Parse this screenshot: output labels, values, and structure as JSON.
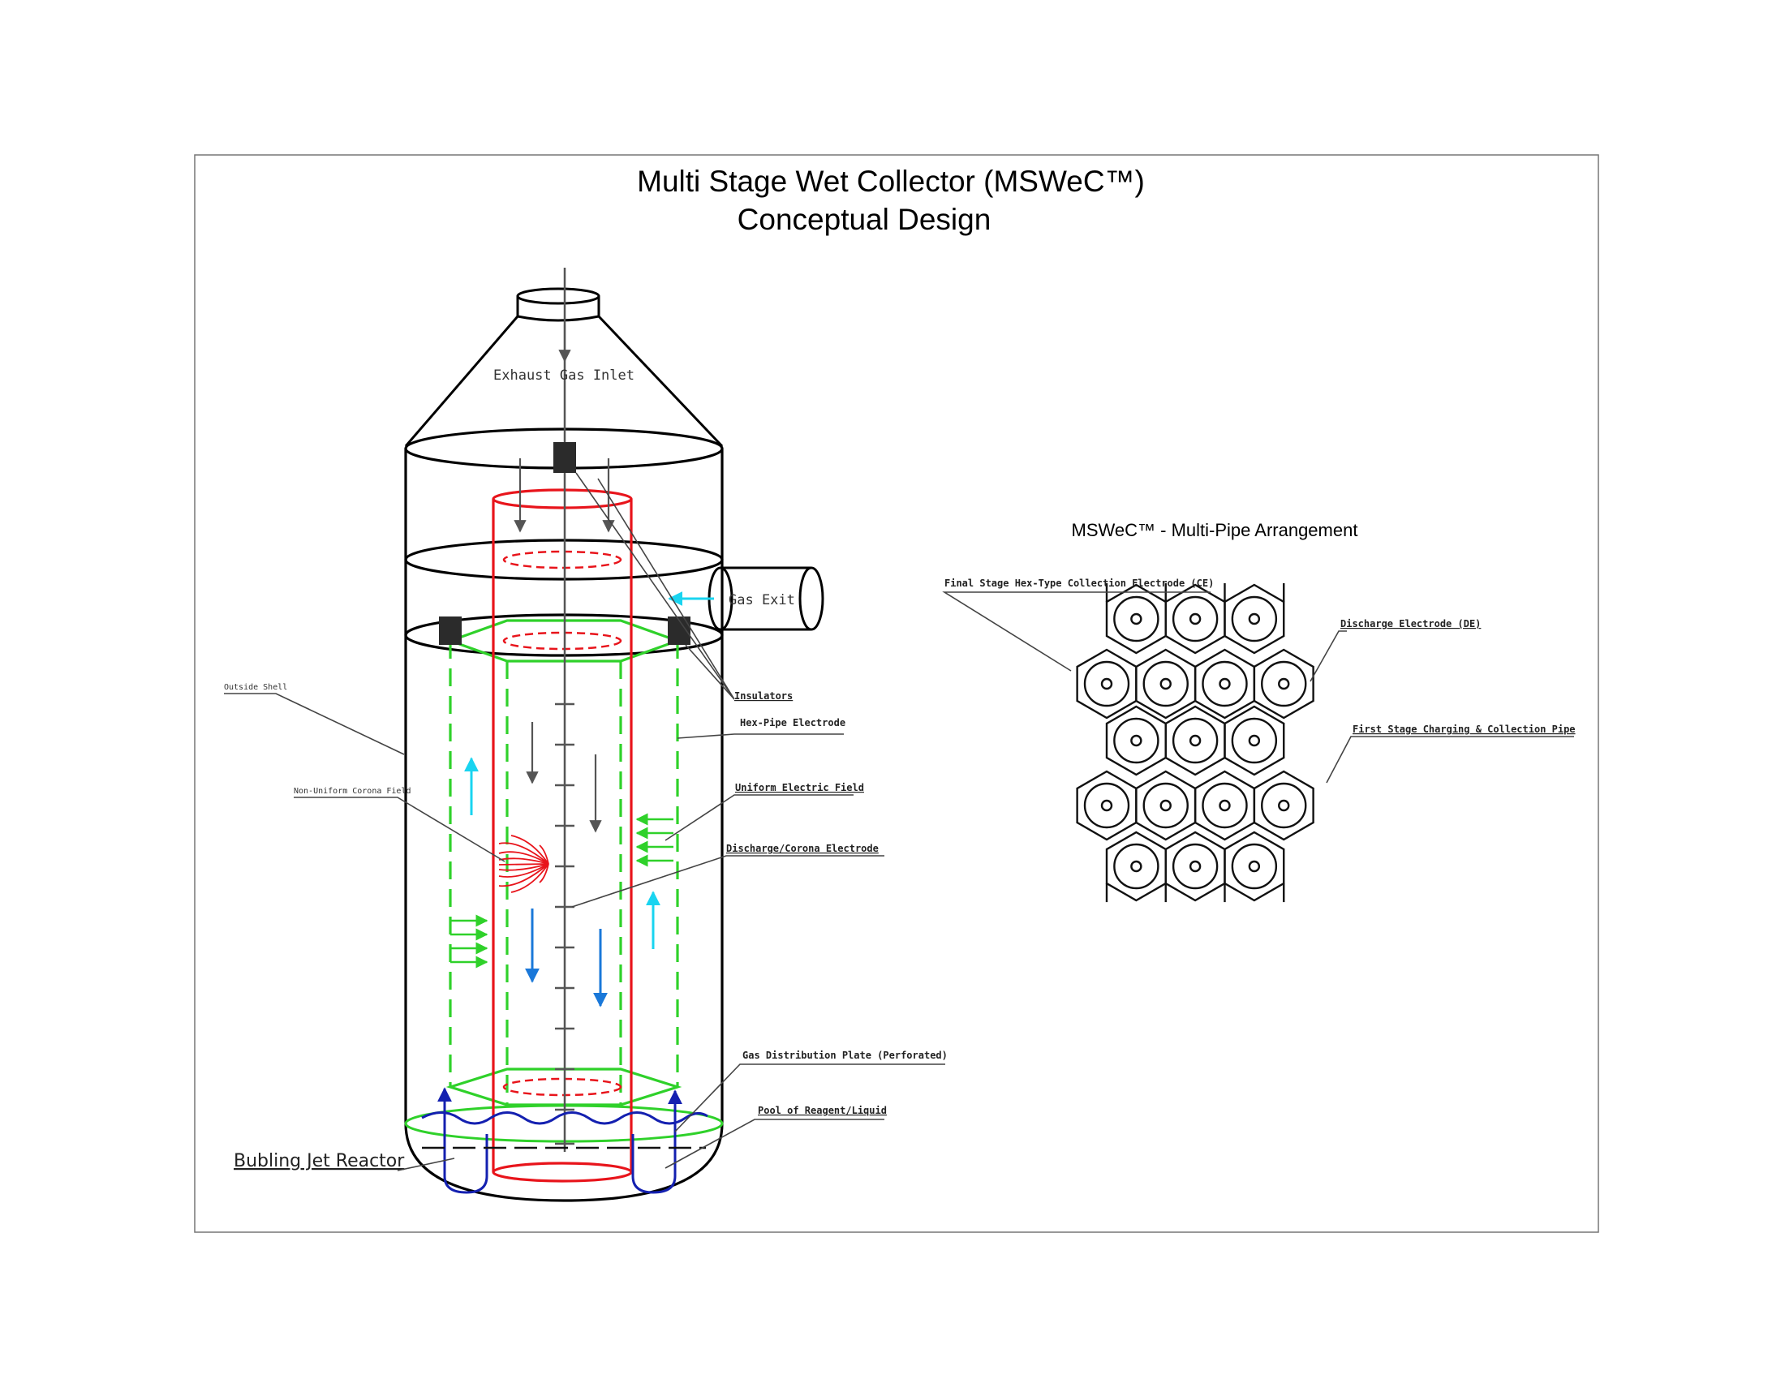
{
  "title": {
    "line1": "Multi Stage Wet Collector (MSWeC™)",
    "line2": "Conceptual Design"
  },
  "labels": {
    "exhaust_gas_inlet": "Exhaust Gas Inlet",
    "gas_exit": "Gas Exit",
    "insulators": "Insulators",
    "hex_pipe_electrode": "Hex-Pipe Electrode",
    "uniform_electric_field": "Uniform Electric Field",
    "discharge_corona_electrode": "Discharge/Corona Electrode",
    "gas_distribution_plate": "Gas Distribution Plate (Perforated)",
    "pool_of_reagent": "Pool of Reagent/Liquid",
    "outside_shell": "Outside Shell",
    "non_uniform_corona_field": "Non-Uniform Corona Field",
    "bubling_jet_reactor": "Bubling Jet Reactor"
  },
  "arrangement": {
    "title": "MSWeC™ - Multi-Pipe Arrangement",
    "final_stage_ce": "Final Stage Hex-Type Collection Electrode (CE)",
    "discharge_electrode_de": "Discharge Electrode (DE)",
    "first_stage_pipe": "First Stage Charging & Collection Pipe"
  },
  "colors": {
    "red": "#e8141b",
    "green": "#2fd12a",
    "cyan": "#19d4f0",
    "blue": "#1a78d9",
    "navy": "#1420b0",
    "black": "#000000",
    "grey": "#555555"
  }
}
